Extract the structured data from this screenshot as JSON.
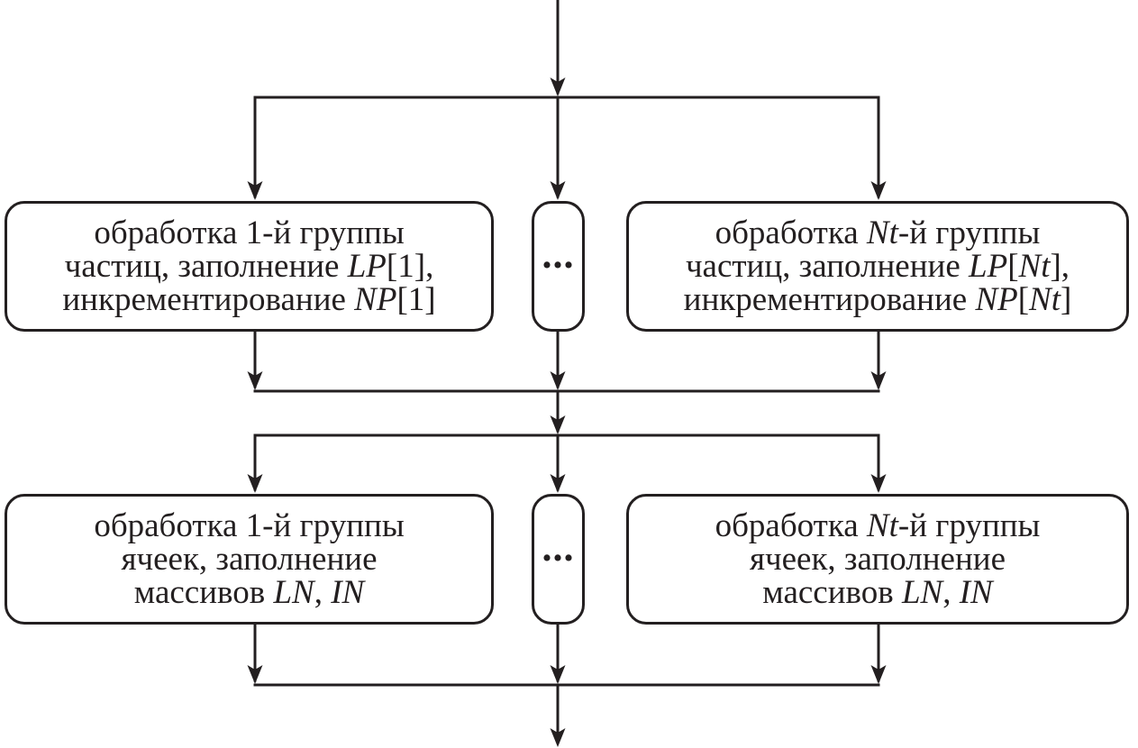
{
  "diagram": {
    "type": "flowchart",
    "language": "ru",
    "background": "#ffffff",
    "line_color": "#231f20",
    "boxes": [
      {
        "name": "process-particles-group-1",
        "lines": [
          [
            {
              "t": "обработка 1-й группы"
            }
          ],
          [
            {
              "t": "частиц, заполнение "
            },
            {
              "t": "LP",
              "i": true
            },
            {
              "t": "[1],"
            }
          ],
          [
            {
              "t": "инкрементирование "
            },
            {
              "t": "NP",
              "i": true
            },
            {
              "t": "[1]"
            }
          ]
        ]
      },
      {
        "name": "ellipsis-particles",
        "lines": [
          [
            {
              "t": "..."
            }
          ]
        ]
      },
      {
        "name": "process-particles-group-Nt",
        "lines": [
          [
            {
              "t": "обработка "
            },
            {
              "t": "Nt",
              "i": true
            },
            {
              "t": "-й группы"
            }
          ],
          [
            {
              "t": "частиц, заполнение "
            },
            {
              "t": "LP",
              "i": true
            },
            {
              "t": "["
            },
            {
              "t": "Nt",
              "i": true
            },
            {
              "t": "],"
            }
          ],
          [
            {
              "t": "инкрементирование "
            },
            {
              "t": "NP",
              "i": true
            },
            {
              "t": "["
            },
            {
              "t": "Nt",
              "i": true
            },
            {
              "t": "]"
            }
          ]
        ]
      },
      {
        "name": "process-cells-group-1",
        "lines": [
          [
            {
              "t": "обработка 1-й группы"
            }
          ],
          [
            {
              "t": "ячеек, заполнение"
            }
          ],
          [
            {
              "t": "массивов "
            },
            {
              "t": "LN",
              "i": true
            },
            {
              "t": ", "
            },
            {
              "t": "IN",
              "i": true
            }
          ]
        ]
      },
      {
        "name": "ellipsis-cells",
        "lines": [
          [
            {
              "t": "..."
            }
          ]
        ]
      },
      {
        "name": "process-cells-group-Nt",
        "lines": [
          [
            {
              "t": "обработка "
            },
            {
              "t": "Nt",
              "i": true
            },
            {
              "t": "-й группы"
            }
          ],
          [
            {
              "t": "ячеек, заполнение"
            }
          ],
          [
            {
              "t": "массивов "
            },
            {
              "t": "LN",
              "i": true
            },
            {
              "t": ", "
            },
            {
              "t": "IN",
              "i": true
            }
          ]
        ]
      }
    ]
  }
}
